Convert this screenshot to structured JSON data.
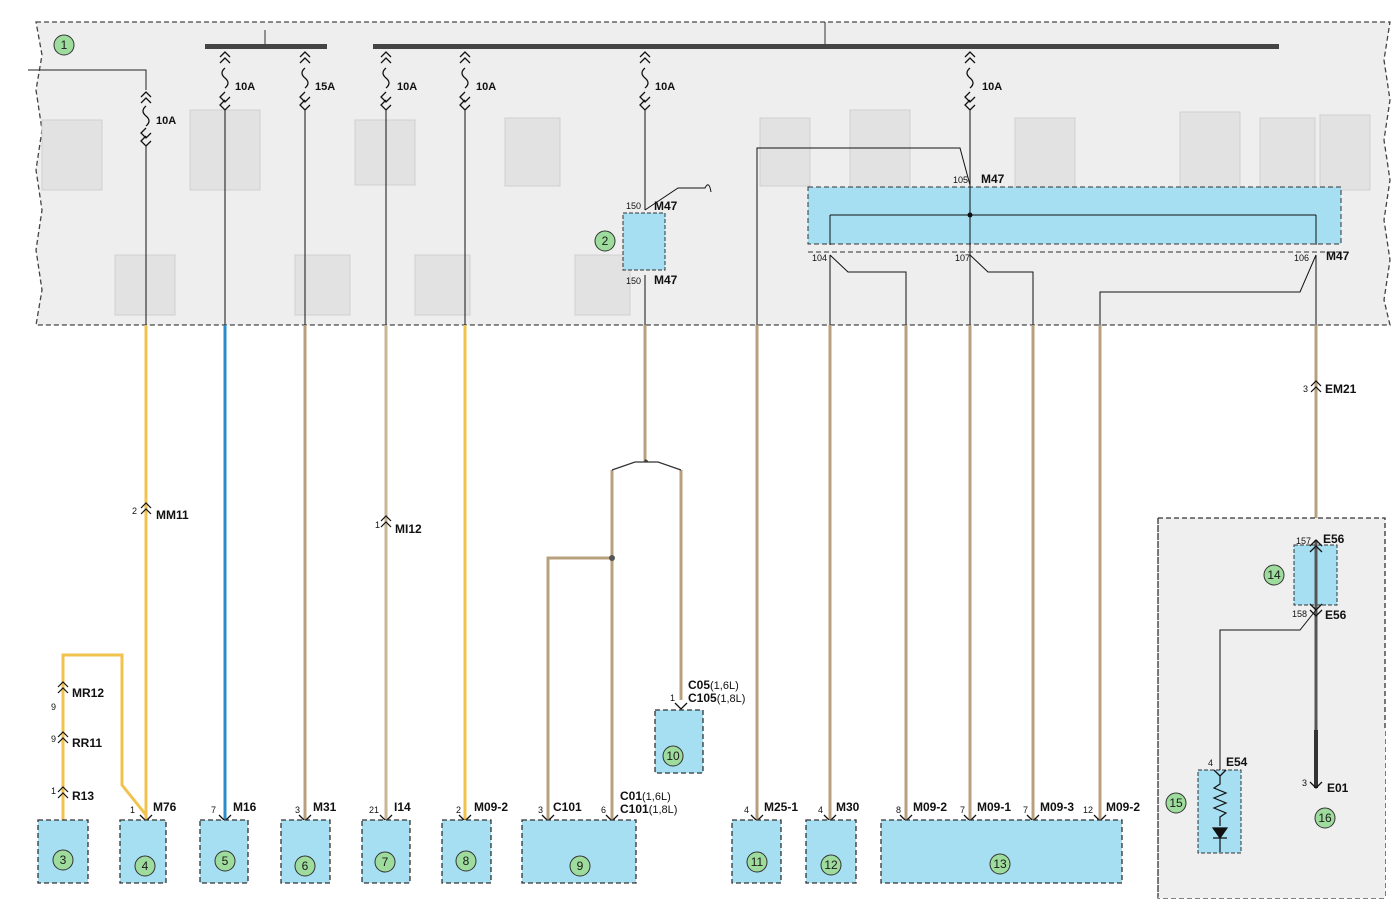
{
  "fuses": [
    {
      "id": "f1",
      "rating": "10A"
    },
    {
      "id": "f2",
      "rating": "10A"
    },
    {
      "id": "f3",
      "rating": "15A"
    },
    {
      "id": "f4",
      "rating": "10A"
    },
    {
      "id": "f5",
      "rating": "10A"
    },
    {
      "id": "f6",
      "rating": "10A"
    },
    {
      "id": "f7",
      "rating": "10A"
    }
  ],
  "components": [
    "1",
    "2",
    "3",
    "4",
    "5",
    "6",
    "7",
    "8",
    "9",
    "10",
    "11",
    "12",
    "13",
    "14",
    "15",
    "16"
  ],
  "connectors": {
    "m47_top": {
      "pin": "150",
      "name": "M47"
    },
    "m47_bot": {
      "pin": "150",
      "name": "M47"
    },
    "m47_105": {
      "pin": "105",
      "name": "M47"
    },
    "m47_104": {
      "pin": "104"
    },
    "m47_107": {
      "pin": "107"
    },
    "m47_106": {
      "pin": "106",
      "name": "M47"
    },
    "mm11": {
      "pin": "2",
      "name": "MM11"
    },
    "mi12": {
      "pin": "1",
      "name": "MI12"
    },
    "em21": {
      "pin": "3",
      "name": "EM21"
    },
    "e56_top": {
      "pin": "157",
      "name": "E56"
    },
    "e56_bot": {
      "pin": "158",
      "name": "E56"
    },
    "mr12": {
      "pin": "9",
      "name": "MR12"
    },
    "rr11": {
      "pin": "9",
      "name": "RR11"
    },
    "r13": {
      "pin": "1",
      "name": "R13"
    },
    "m76": {
      "pin": "1",
      "name": "M76"
    },
    "m16": {
      "pin": "7",
      "name": "M16"
    },
    "m31": {
      "pin": "3",
      "name": "M31"
    },
    "i14": {
      "pin": "21",
      "name": "I14"
    },
    "m09_2a": {
      "pin": "2",
      "name": "M09-2"
    },
    "c101": {
      "pin": "3",
      "name": "C101"
    },
    "c01": {
      "pin": "6",
      "name": "C01",
      "note": "(1,6L)"
    },
    "c101b": {
      "name": "C101",
      "note": "(1,8L)"
    },
    "c05": {
      "pin": "1",
      "name": "C05",
      "note": "(1,6L)"
    },
    "c105": {
      "name": "C105",
      "note": "(1,8L)"
    },
    "m25": {
      "pin": "4",
      "name": "M25-1"
    },
    "m30": {
      "pin": "4",
      "name": "M30"
    },
    "m09_2b": {
      "pin": "8",
      "name": "M09-2"
    },
    "m09_1": {
      "pin": "7",
      "name": "M09-1"
    },
    "m09_3": {
      "pin": "7",
      "name": "M09-3"
    },
    "m09_2c": {
      "pin": "12",
      "name": "M09-2"
    },
    "e54": {
      "pin": "4",
      "name": "E54"
    },
    "e01": {
      "pin": "3",
      "name": "E01"
    }
  },
  "colors": {
    "wire_yellow": "#f2c24f",
    "wire_blue": "#2b8ccc",
    "wire_brown": "#b8a07e",
    "component_fill": "#a6def2",
    "badge_fill": "#9ddc9c",
    "panel_fill": "#efefef",
    "busbar": "#444444"
  }
}
